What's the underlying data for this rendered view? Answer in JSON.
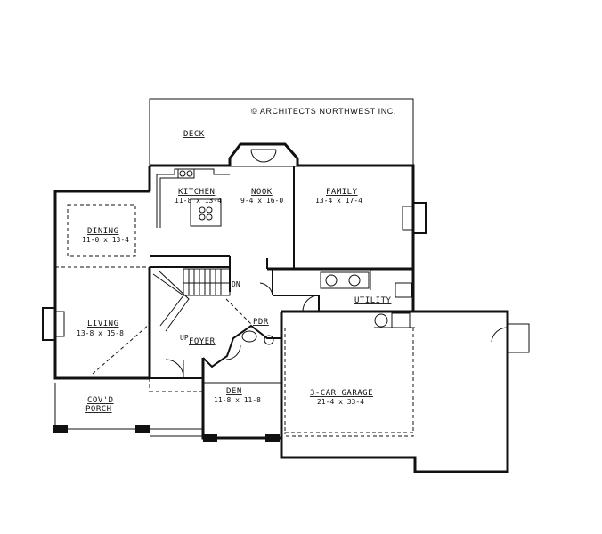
{
  "copyright": "© ARCHITECTS NORTHWEST INC.",
  "rooms": {
    "deck": {
      "name": "DECK"
    },
    "kitchen": {
      "name": "KITCHEN",
      "size": "11-8 x 13-4"
    },
    "nook": {
      "name": "NOOK",
      "size": "9-4 x 16-0"
    },
    "family": {
      "name": "FAMILY",
      "size": "13-4 x 17-4"
    },
    "dining": {
      "name": "DINING",
      "size": "11-0 x 13-4"
    },
    "living": {
      "name": "LIVING",
      "size": "13-8 x 15-8"
    },
    "foyer": {
      "name": "FOYER"
    },
    "pdr": {
      "name": "PDR"
    },
    "utility": {
      "name": "UTILITY"
    },
    "den": {
      "name": "DEN",
      "size": "11-8 x 11-8"
    },
    "garage": {
      "name": "3-CAR GARAGE",
      "size": "21-4 x 33-4"
    },
    "porch": {
      "name1": "COV'D",
      "name2": "PORCH"
    }
  },
  "stairs": {
    "down": "DN",
    "up": "UP"
  }
}
